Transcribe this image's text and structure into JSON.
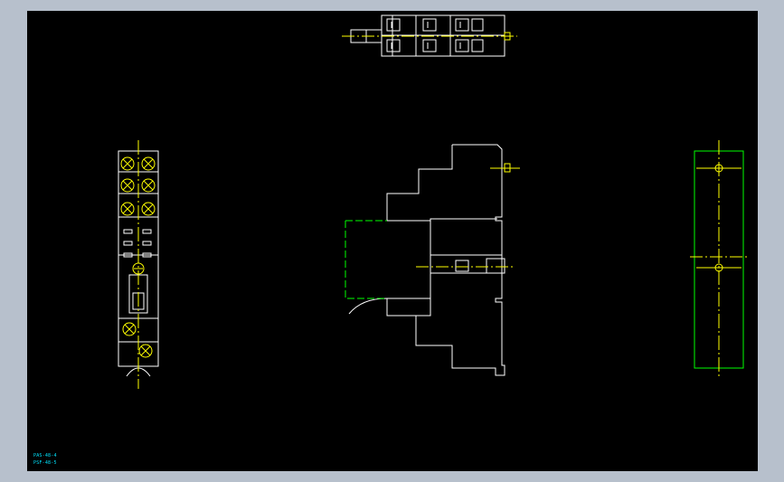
{
  "app": {
    "canvas_background": "#000000",
    "frame_background": "#b7c0cc"
  },
  "drawing": {
    "line_color_white": "#ffffff",
    "line_color_yellow": "#ffff00",
    "line_color_green": "#00ff00",
    "annotation_color": "#00e5ff"
  },
  "annotations": {
    "line1": "PAS-48-4",
    "line2": "PSF-48-5"
  },
  "views": {
    "top": "top-view",
    "front": "front-view",
    "side": "side-view",
    "rear": "rear-view"
  }
}
